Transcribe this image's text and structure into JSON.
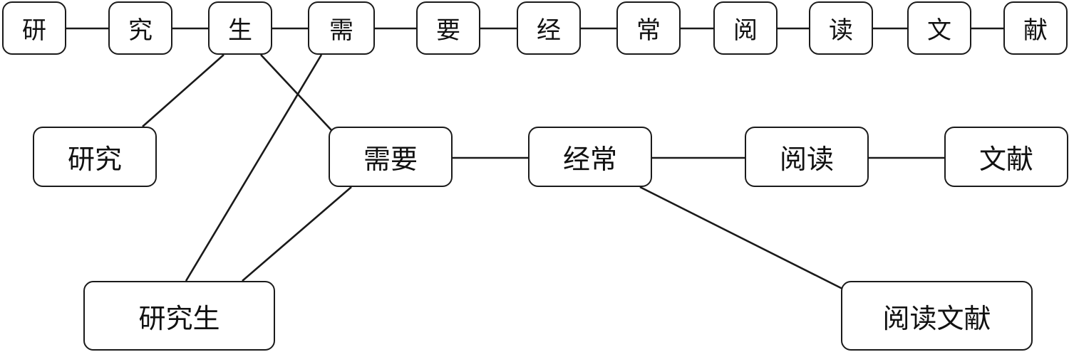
{
  "characters": [
    "研",
    "究",
    "生",
    "需",
    "要",
    "经",
    "常",
    "阅",
    "读",
    "文",
    "献"
  ],
  "words": {
    "yanjiu": "研究",
    "xuyao": "需要",
    "jingchang": "经常",
    "yuedu": "阅读",
    "wenxian": "文献",
    "yanjiusheng": "研究生",
    "yueduwenxian": "阅读文献"
  }
}
